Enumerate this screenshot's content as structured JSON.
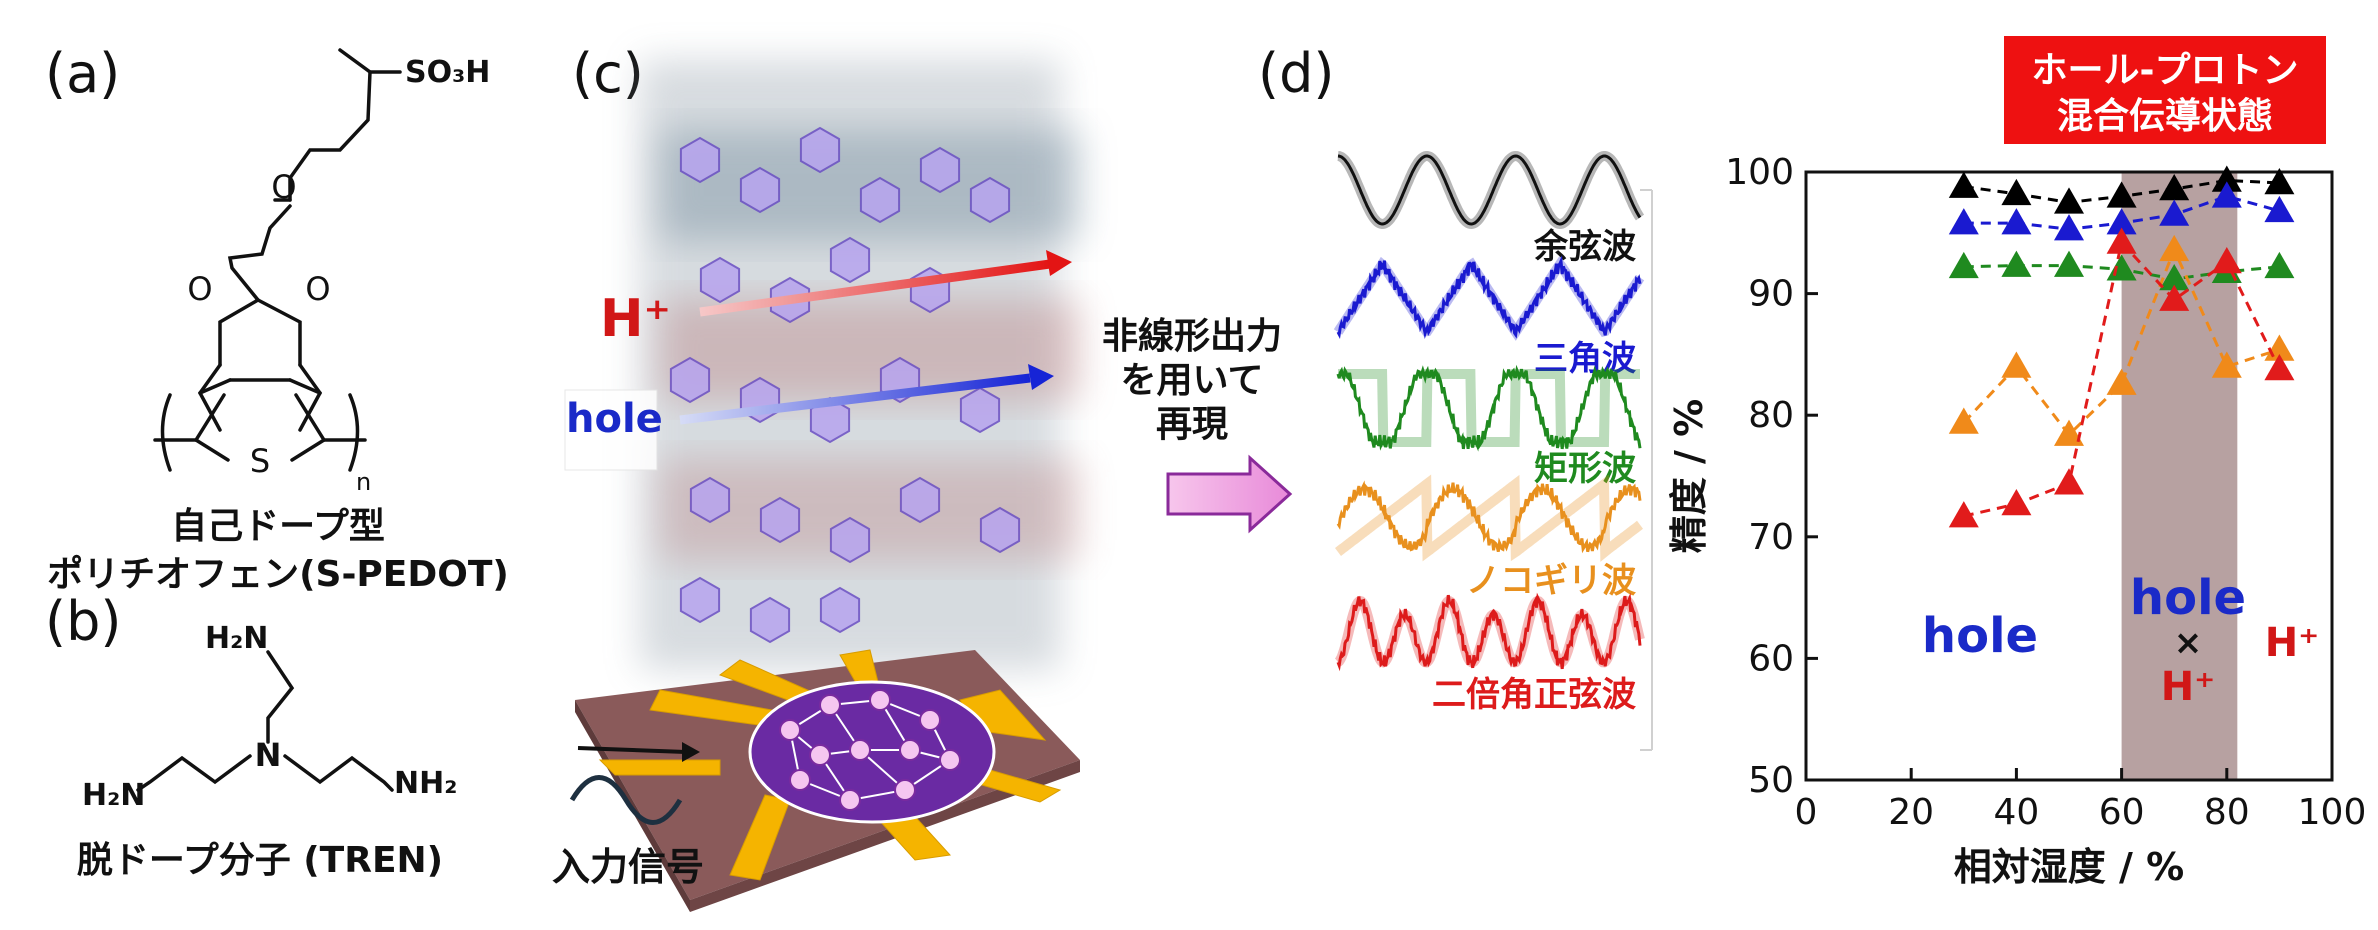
{
  "panel_labels": {
    "a": "(a)",
    "b": "(b)",
    "c": "(c)",
    "d": "(d)"
  },
  "panel_a": {
    "substituent": "SO₃H",
    "atoms": {
      "o1": "O",
      "o2": "O",
      "o3": "O",
      "s": "S"
    },
    "subscript_n": "n",
    "caption_line1": "自己ドープ型",
    "caption_line2": "ポリチオフェン(S-PEDOT)"
  },
  "panel_b": {
    "atoms": {
      "n": "N",
      "amine_top": "H₂N",
      "amine_left": "H₂N",
      "amine_right": "NH₂"
    },
    "caption": "脱ドープ分子 (TREN)"
  },
  "panel_c": {
    "carrier_proton": "H⁺",
    "carrier_hole": "hole",
    "input_label": "入力信号",
    "process_label": [
      "非線形出力",
      "を用いて",
      "再現"
    ]
  },
  "waveforms": [
    {
      "label": "余弦波",
      "color": "#111111",
      "kind": "cosine"
    },
    {
      "label": "三角波",
      "color": "#1a1ad0",
      "kind": "triangle"
    },
    {
      "label": "矩形波",
      "color": "#1f8a1f",
      "kind": "square"
    },
    {
      "label": "ノコギリ波",
      "color": "#e8901e",
      "kind": "sawtooth"
    },
    {
      "label": "二倍角正弦波",
      "color": "#dd1b1b",
      "kind": "double"
    }
  ],
  "highlight_box": {
    "line1": "ホール-プロトン",
    "line2": "混合伝導状態",
    "color": "#ee1111"
  },
  "regions": {
    "hole": "hole",
    "mixed_top": "hole",
    "mixed_cross": "×",
    "mixed_bottom": "H⁺",
    "proton": "H⁺"
  },
  "chart_data": {
    "type": "scatter",
    "xlabel": "相対湿度 / %",
    "ylabel": "精度 / %",
    "xlim": [
      0,
      100
    ],
    "ylim": [
      50,
      100
    ],
    "xticks": [
      0,
      20,
      40,
      60,
      80,
      100
    ],
    "yticks": [
      50,
      60,
      70,
      80,
      90,
      100
    ],
    "shaded_x_range": [
      60,
      82
    ],
    "x": [
      30,
      40,
      50,
      60,
      70,
      80,
      90
    ],
    "series": [
      {
        "color": "#000000",
        "values": [
          98.8,
          98.2,
          97.5,
          98.0,
          98.6,
          99.3,
          99.1
        ]
      },
      {
        "color": "#1a1ad0",
        "values": [
          95.8,
          95.8,
          95.3,
          95.8,
          96.5,
          98.0,
          96.8
        ]
      },
      {
        "color": "#1f8a1f",
        "values": [
          92.2,
          92.3,
          92.3,
          92.0,
          91.2,
          91.8,
          92.2
        ]
      },
      {
        "color": "#f08a1a",
        "values": [
          79.4,
          84.0,
          78.4,
          82.6,
          93.6,
          84.0,
          85.4
        ]
      },
      {
        "color": "#e11b1b",
        "values": [
          71.7,
          72.7,
          74.4,
          94.2,
          89.5,
          92.6,
          83.8
        ]
      }
    ]
  }
}
